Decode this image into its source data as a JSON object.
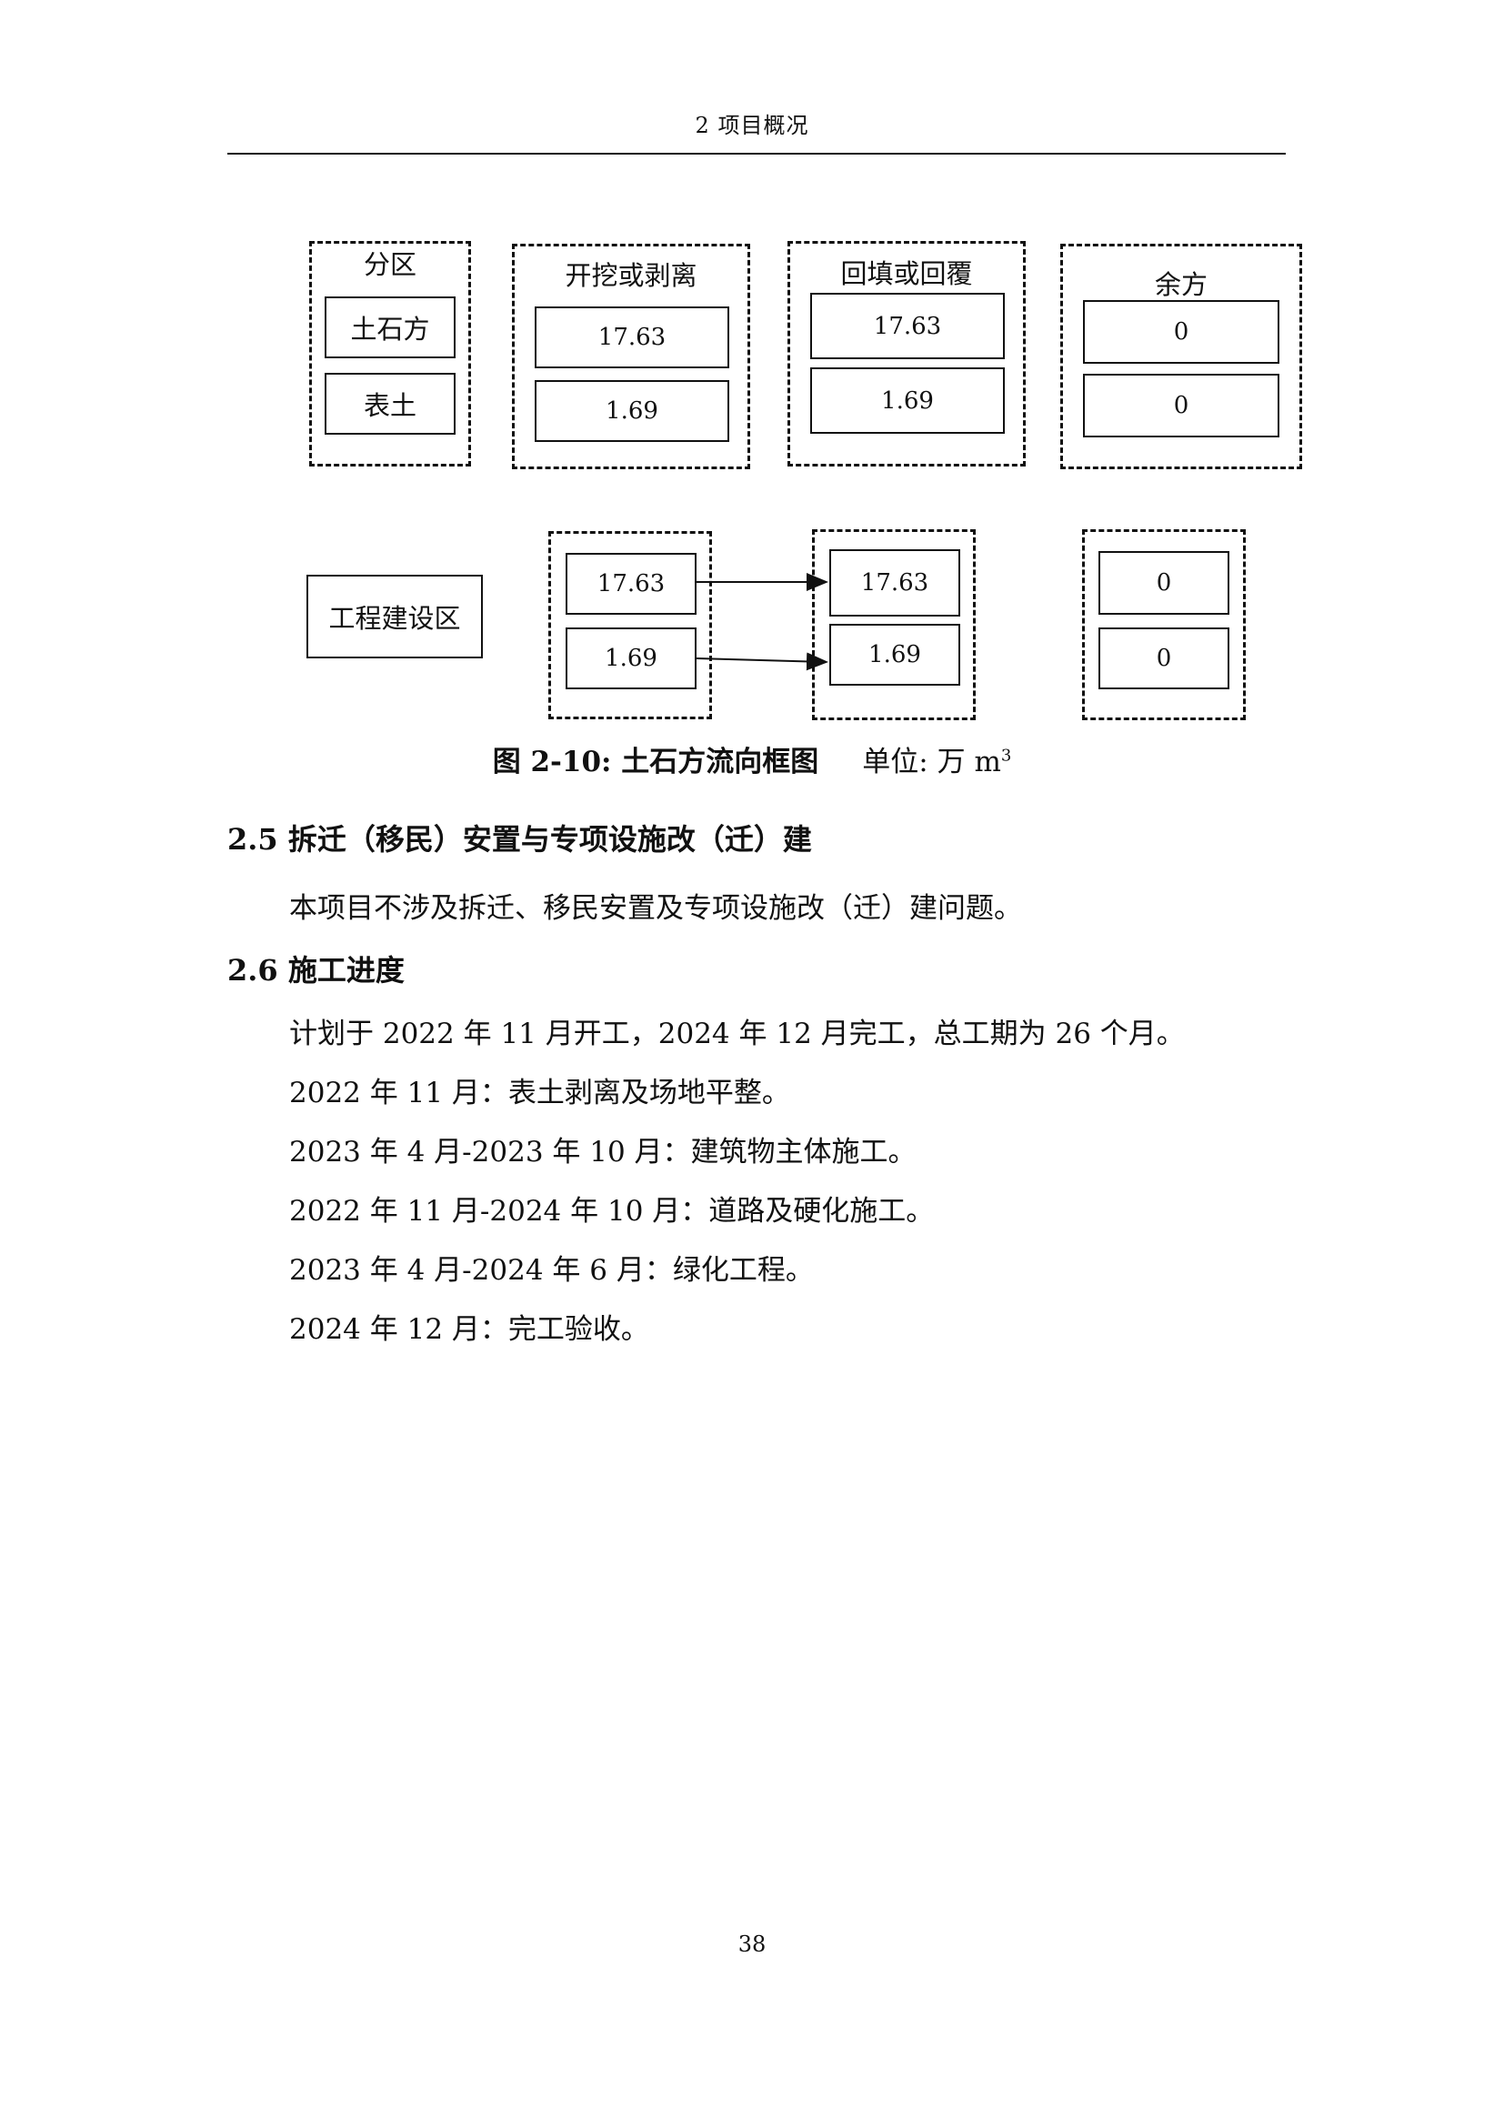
{
  "header": {
    "text": "2    项目概况"
  },
  "diagram": {
    "headers": {
      "zone": "分区",
      "excavation": "开挖或剥离",
      "backfill": "回填或回覆",
      "surplus": "余方"
    },
    "rows": {
      "earthwork": "土石方",
      "topsoil": "表土"
    },
    "top_values": {
      "excavation": [
        "17.63",
        "1.69"
      ],
      "backfill": [
        "17.63",
        "1.69"
      ],
      "surplus": [
        "0",
        "0"
      ]
    },
    "area_name": "工程建设区",
    "flow_values": {
      "excavation": [
        "17.63",
        "1.69"
      ],
      "backfill": [
        "17.63",
        "1.69"
      ],
      "surplus": [
        "0",
        "0"
      ]
    },
    "caption": "图 2-10:  土石方流向框图",
    "caption_unit": "单位:  万 m",
    "caption_sup": "3"
  },
  "section_2_5": {
    "heading": "2.5 拆迁（移民）安置与专项设施改（迁）建",
    "body": "本项目不涉及拆迁、移民安置及专项设施改（迁）建问题。"
  },
  "section_2_6": {
    "heading": "2.6  施工进度",
    "lines": [
      "计划于 2022 年 11 月开工，2024 年 12 月完工，总工期为 26 个月。",
      "2022 年 11 月：表土剥离及场地平整。",
      "2023 年 4 月-2023 年 10 月：建筑物主体施工。",
      "2022 年 11 月-2024 年 10 月：道路及硬化施工。",
      "2023 年 4 月-2024 年 6 月：绿化工程。",
      "2024 年 12 月：完工验收。"
    ]
  },
  "page_number": "38"
}
